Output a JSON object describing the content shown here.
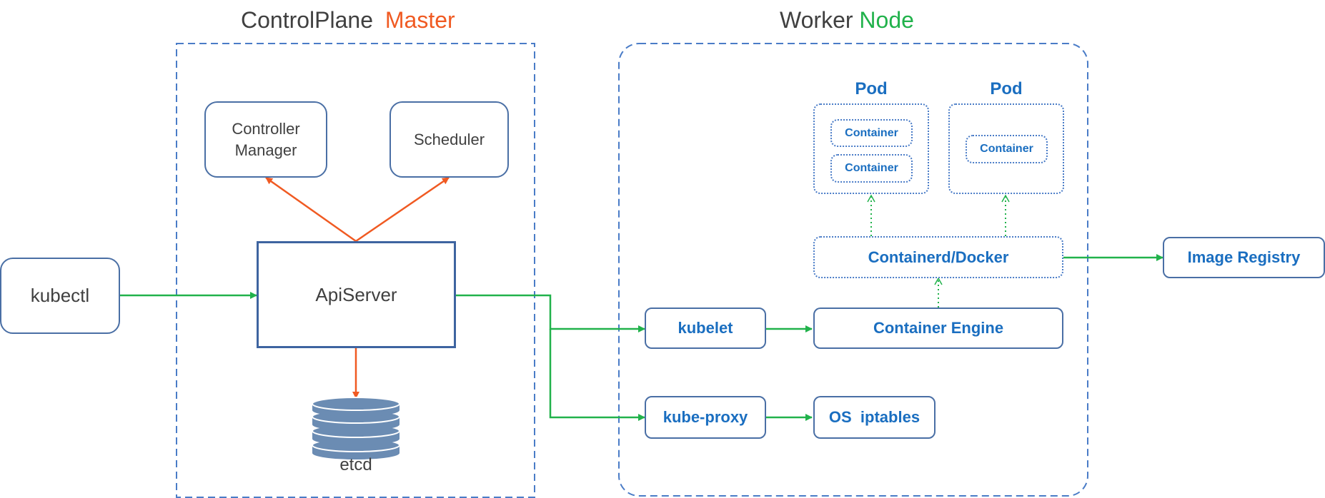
{
  "titles": {
    "control_plane_prefix": "ControlPlane",
    "control_plane_suffix": "Master",
    "worker_prefix": "Worker",
    "worker_suffix": "Node"
  },
  "nodes": {
    "kubectl": "kubectl",
    "controller_manager_line1": "Controller",
    "controller_manager_line2": "Manager",
    "scheduler": "Scheduler",
    "apiserver": "ApiServer",
    "etcd": "etcd",
    "pod_1": "Pod",
    "pod_2": "Pod",
    "container_1": "Container",
    "container_2": "Container",
    "container_3": "Container",
    "containerd": "Containerd/Docker",
    "image_registry": "Image Registry",
    "kubelet": "kubelet",
    "container_engine": "Container Engine",
    "kube_proxy": "kube-proxy",
    "os_iptables": "OS  iptables"
  },
  "colors": {
    "master_accent": "#f05a22",
    "node_accent": "#21b24b",
    "box_border": "#4a6fa5",
    "blue_text": "#1a6ec0",
    "green_arrow": "#21b24b",
    "orange_arrow": "#f05a22",
    "etcd_fill": "#6b8cb3"
  }
}
